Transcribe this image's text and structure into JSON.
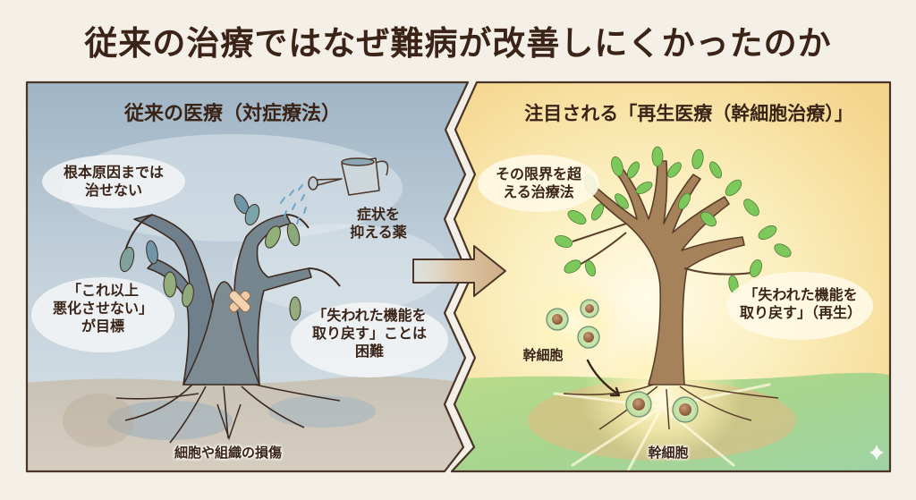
{
  "title": "従来の治療ではなぜ難病が改善しにくかったのか",
  "left_panel": {
    "heading": "従来の医療（対症療法）",
    "bubbles": [
      {
        "id": "root-cause",
        "lines": [
          "根本原因までは",
          "治せない"
        ]
      },
      {
        "id": "goal",
        "lines": [
          "「これ以上",
          "悪化させない」",
          "が目標"
        ]
      },
      {
        "id": "difficulty",
        "lines": [
          "「失われた機能を",
          "取り戻す」ことは",
          "困難"
        ]
      }
    ],
    "labels": {
      "medicine": [
        "症状を",
        "抑える薬"
      ],
      "damage": "細胞や組織の損傷"
    },
    "illustration": {
      "tree": "withered-tree",
      "bandage": "bandage-icon",
      "watering_can": "watering-can-icon"
    },
    "colors": {
      "sky": "#a9bccb",
      "soil": "#c9c1b3",
      "outline": "#4a3528"
    }
  },
  "right_panel": {
    "heading": "注目される「再生医療（幹細胞治療）」",
    "bubbles": [
      {
        "id": "beyond-limit",
        "lines": [
          "その限界を超",
          "える治療法"
        ]
      },
      {
        "id": "regeneration",
        "lines": [
          "「失われた機能を",
          "取り戻す」（再生）"
        ]
      }
    ],
    "labels": {
      "stem_cell_top": "幹細胞",
      "stem_cell_bottom": "幹細胞"
    },
    "illustration": {
      "tree": "healthy-tree",
      "cells": "stem-cell-icon"
    },
    "colors": {
      "sky": "#f8e3a8",
      "ground": "#a8d68a",
      "glow": "#fff6c8"
    }
  },
  "transition_arrow": "right-arrow-icon"
}
